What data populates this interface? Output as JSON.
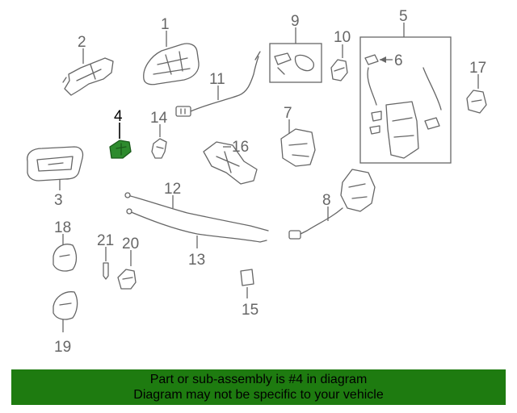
{
  "diagram": {
    "highlighted_part": "4",
    "highlight_color": "#2e8b2e",
    "callouts": {
      "c1": "1",
      "c2": "2",
      "c3": "3",
      "c4": "4",
      "c5": "5",
      "c6": "6",
      "c7": "7",
      "c8": "8",
      "c9": "9",
      "c10": "10",
      "c11": "11",
      "c12": "12",
      "c13": "13",
      "c14": "14",
      "c15": "15",
      "c16": "16",
      "c17": "17",
      "c18": "18",
      "c19": "19",
      "c20": "20",
      "c21": "21"
    }
  },
  "banner": {
    "line1": "Part or sub-assembly is #4 in diagram",
    "line2": "Diagram may not be specific to your vehicle",
    "background": "#1e7b10"
  }
}
